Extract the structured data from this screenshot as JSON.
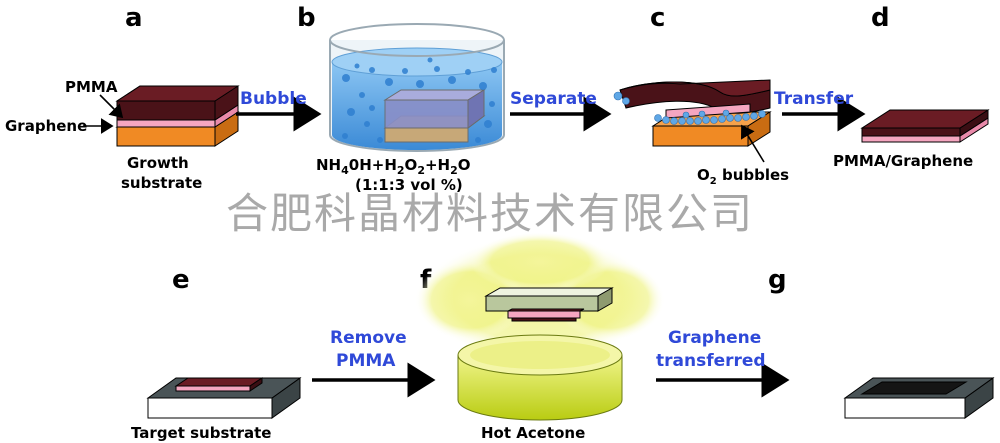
{
  "panels": {
    "a": "a",
    "b": "b",
    "c": "c",
    "d": "d",
    "e": "e",
    "f": "f",
    "g": "g"
  },
  "labels": {
    "pmma": "PMMA",
    "graphene": "Graphene",
    "growth_1": "Growth",
    "growth_2": "substrate",
    "solution": "NH",
    "ratio": "(1:1:3 vol %)",
    "o2": "O",
    "o2_rest": " bubbles",
    "pmma_graphene": "PMMA/Graphene",
    "target_substrate": "Target substrate",
    "hot_acetone": "Hot Acetone"
  },
  "formula": {
    "p1": "NH",
    "s1": "4",
    "p2": "0H+H",
    "s2": "2",
    "p3": "O",
    "s3": "2",
    "p4": "+H",
    "s4": "2",
    "p5": "O"
  },
  "steps": {
    "bubble": "Bubble",
    "separate": "Separate",
    "transfer": "Transfer",
    "remove_1": "Remove",
    "remove_2": "PMMA",
    "transferred_1": "Graphene",
    "transferred_2": "transferred"
  },
  "watermark": "合肥科晶材料技术有限公司",
  "colors": {
    "pmma_pink": "#f5a6c0",
    "graphene_dark": "#4a1218",
    "substrate_orange": "#f08a24",
    "step_blue": "#2f49d8",
    "acetone_yellow": "#d6e81e",
    "water_blue": "#5fa7e6"
  }
}
